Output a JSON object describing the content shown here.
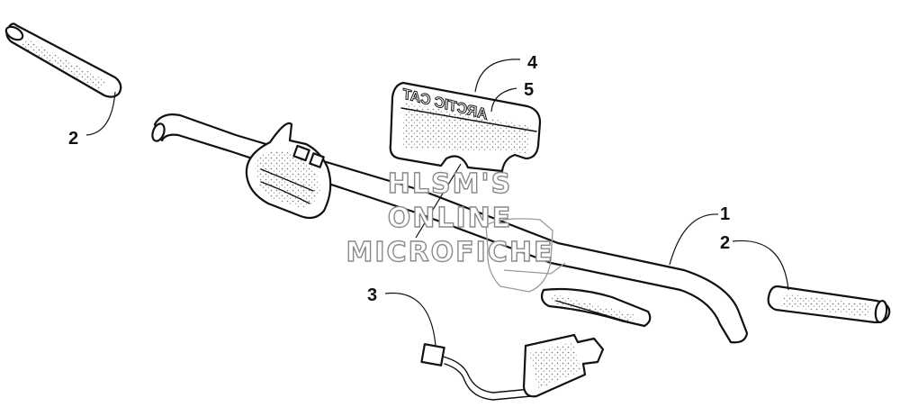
{
  "diagram": {
    "callouts": [
      {
        "id": "1",
        "label": "1"
      },
      {
        "id": "2a",
        "label": "2"
      },
      {
        "id": "2b",
        "label": "2"
      },
      {
        "id": "3",
        "label": "3"
      },
      {
        "id": "4",
        "label": "4"
      },
      {
        "id": "5",
        "label": "5"
      }
    ],
    "pad_logo_text": "ARCTIC CAT",
    "watermark": [
      "HLSM'S",
      "ONLINE",
      "MICROFICHE"
    ]
  },
  "colors": {
    "line": "#111111",
    "watermark_outline": "#8a8a8a",
    "background": "#ffffff"
  }
}
